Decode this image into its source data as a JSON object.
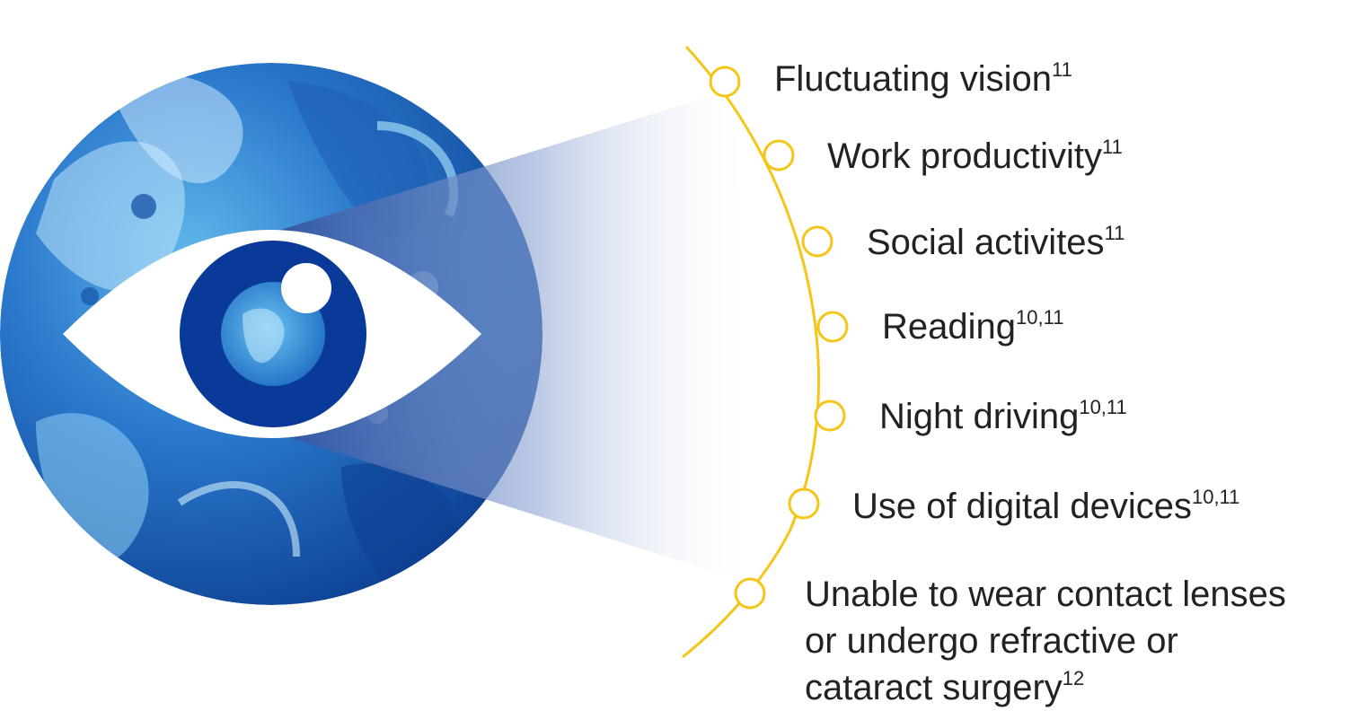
{
  "colors": {
    "eye_white": "#ffffff",
    "iris_blue": "#0a3a99",
    "arc_yellow": "#f5c518",
    "text": "#222222",
    "cone_blue": "#7d97cc"
  },
  "items": [
    {
      "label": "Fluctuating vision",
      "ref": "11"
    },
    {
      "label": "Work productivity",
      "ref": "11"
    },
    {
      "label": "Social activites",
      "ref": "11"
    },
    {
      "label": "Reading",
      "ref": "10,11"
    },
    {
      "label": "Night driving",
      "ref": "10,11"
    },
    {
      "label": "Use of digital devices",
      "ref": "10,11"
    },
    {
      "label_lines": [
        "Unable to wear contact lenses",
        "or undergo refractive or",
        "cataract surgery"
      ],
      "ref": "12"
    }
  ]
}
